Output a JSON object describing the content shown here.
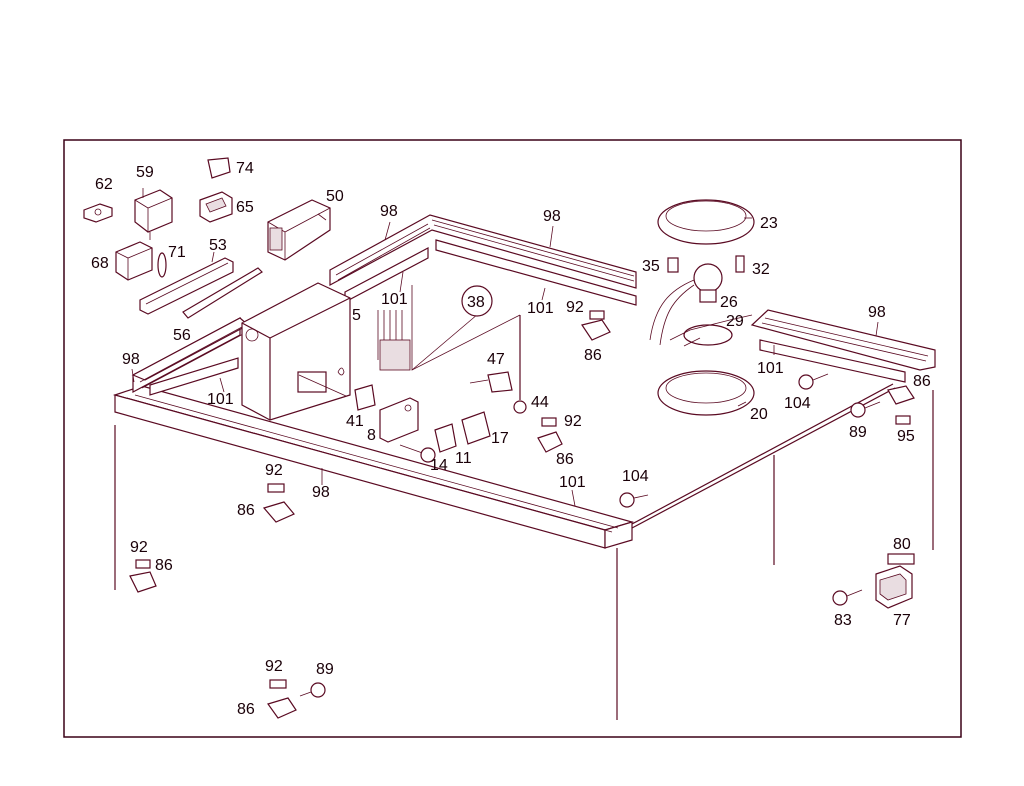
{
  "labels": {
    "p62": "62",
    "p59": "59",
    "p74": "74",
    "p65": "65",
    "p50": "50",
    "p68": "68",
    "p71": "71",
    "p53": "53",
    "p56": "56",
    "p98a": "98",
    "p98b": "98",
    "p98c": "98",
    "p98d": "98",
    "p98e": "98",
    "p101a": "101",
    "p101b": "101",
    "p101c": "101",
    "p101d": "101",
    "p101e": "101",
    "p23": "23",
    "p35": "35",
    "p32": "32",
    "p26": "26",
    "p29": "29",
    "p20": "20",
    "p5": "5",
    "p38": "38",
    "p47": "47",
    "p44": "44",
    "p41": "41",
    "p8": "8",
    "p11": "11",
    "p14": "14",
    "p17": "17",
    "p92a": "92",
    "p92b": "92",
    "p92c": "92",
    "p92d": "92",
    "p92e": "92",
    "p86a": "86",
    "p86b": "86",
    "p86c": "86",
    "p86d": "86",
    "p86e": "86",
    "p86f": "86",
    "p104a": "104",
    "p104b": "104",
    "p89a": "89",
    "p89b": "89",
    "p95": "95",
    "p80": "80",
    "p77": "77",
    "p83": "83"
  },
  "colors": {
    "line": "#5a0a22",
    "text": "#1a0008",
    "background": "#ffffff"
  }
}
